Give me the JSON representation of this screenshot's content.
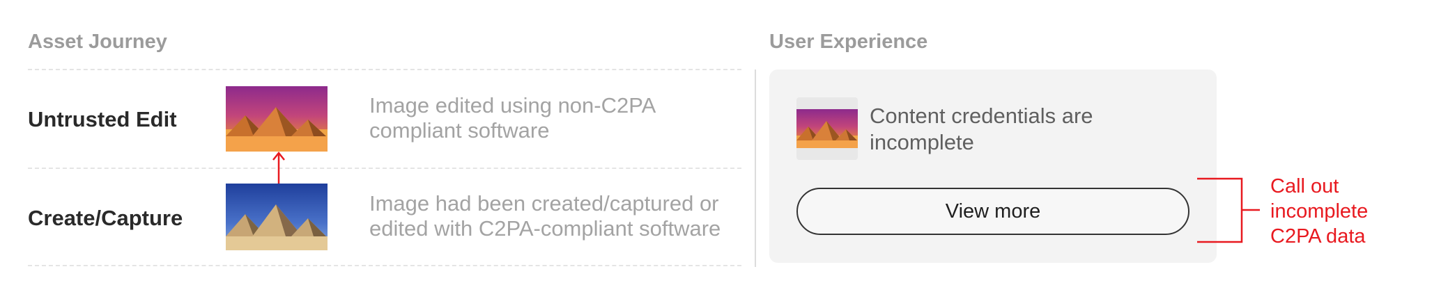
{
  "asset_journey": {
    "title": "Asset Journey",
    "rows": [
      {
        "label": "Untrusted Edit",
        "description_line1": "Image edited using non-C2PA",
        "description_line2": "compliant software",
        "thumbnail_sky": "magenta-orange-sunset"
      },
      {
        "label": "Create/Capture",
        "description_line1": "Image had been created/captured or",
        "description_line2": "edited with C2PA-compliant software",
        "thumbnail_sky": "blue-sky"
      }
    ]
  },
  "user_experience": {
    "title": "User Experience",
    "message_line1": "Content credentials are",
    "message_line2": "incomplete",
    "button_label": "View more"
  },
  "callout": {
    "line1": "Call out",
    "line2": "incomplete",
    "line3": "C2PA data"
  },
  "colors": {
    "accent_red": "#e8191f",
    "panel_bg": "#f3f3f3"
  }
}
